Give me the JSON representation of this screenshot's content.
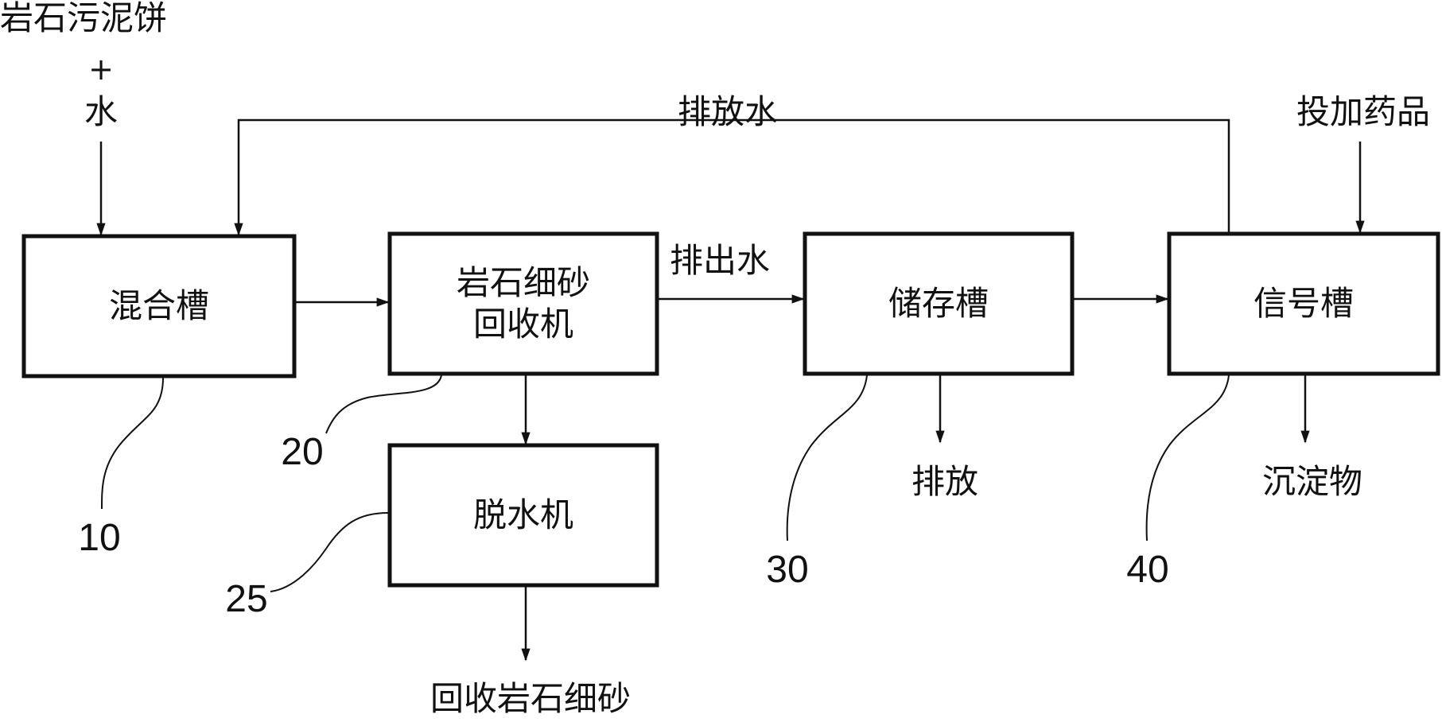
{
  "inputs": {
    "rock_sludge_cake": "岩石污泥饼",
    "plus": "+",
    "water": "水",
    "add_chemicals": "投加药品"
  },
  "flows": {
    "discharge_water": "排放水",
    "effluent_water": "排出水"
  },
  "boxes": {
    "mixing_tank": {
      "label": "混合槽",
      "ref": "10"
    },
    "sand_recovery_machine": {
      "label_line1": "岩石细砂",
      "label_line2": "回收机",
      "ref": "20"
    },
    "dewatering_machine": {
      "label": "脱水机",
      "ref": "25"
    },
    "storage_tank": {
      "label": "储存槽",
      "ref": "30"
    },
    "signal_tank": {
      "label": "信号槽",
      "ref": "40"
    }
  },
  "outputs": {
    "recovered_fine_sand": "回收岩石细砂",
    "discharge": "排放",
    "sediment": "沉淀物"
  }
}
